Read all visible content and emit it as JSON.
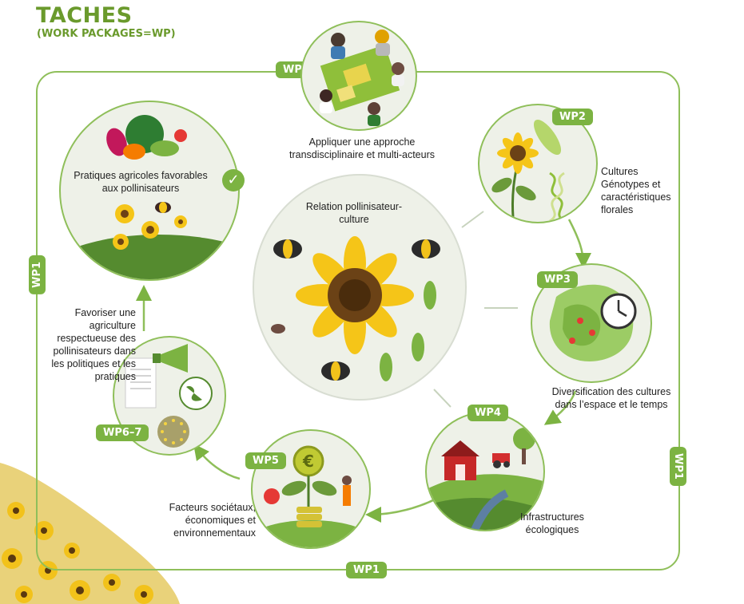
{
  "header": {
    "title": "TACHES",
    "subtitle": "(WORK PACKAGES=WP)"
  },
  "tags": {
    "wp1_top": "WP1",
    "wp1_left": "WP1",
    "wp1_right": "WP1",
    "wp1_bottom": "WP1",
    "wp2": "WP2",
    "wp3": "WP3",
    "wp4": "WP4",
    "wp5": "WP5",
    "wp67": "WP6–7"
  },
  "labels": {
    "wp1": "Appliquer une approche transdisciplinaire et multi-acteurs",
    "wp2": "Cultures Génotypes et caractéristiques florales",
    "wp3": "Diversification des cultures dans l’espace et le temps",
    "wp4": "Infrastructures écologiques",
    "wp5": "Facteurs sociétaux, économiques et environnementaux",
    "wp67": "Favoriser une agriculture respectueuse des pollinisateurs dans les politiques et les pratiques",
    "goal": "Pratiques agricoles favorables aux pollinisateurs",
    "center": "Relation pollinisateur-culture"
  },
  "colors": {
    "accent": "#7cb342",
    "frame": "#8fbf5a",
    "title": "#6a9a2c",
    "sunflower": "#f5c518"
  }
}
